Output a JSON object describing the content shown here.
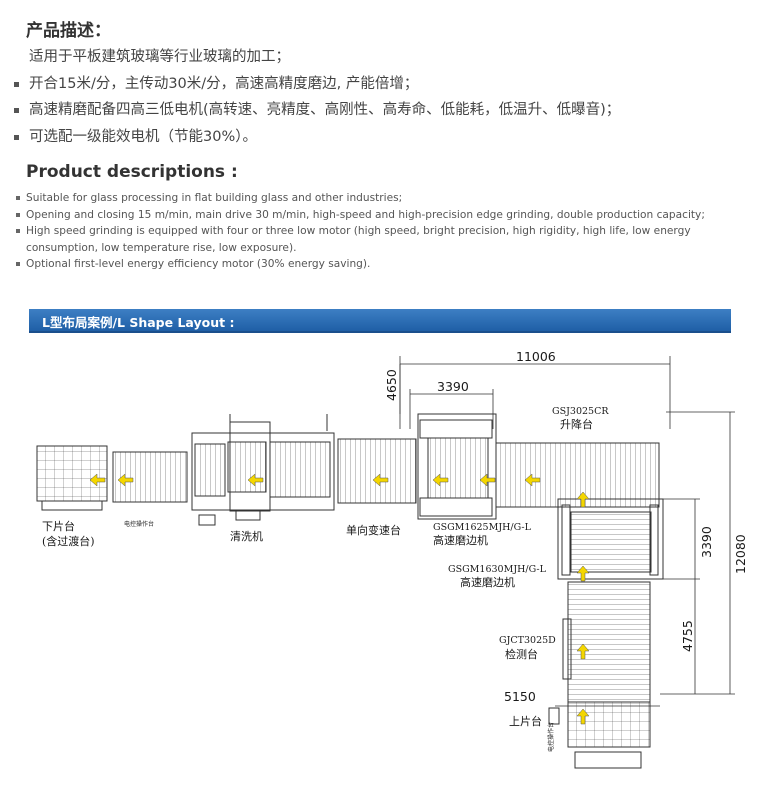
{
  "cn": {
    "heading": "产品描述：",
    "items": [
      "适用于平板建筑玻璃等行业玻璃的加工；",
      "开合15米/分，主传动30米/分，高速高精度磨边, 产能倍增；",
      "高速精磨配备四高三低电机(高转速、亮精度、高刚性、高寿命、低能耗，低温升、低曝音)；",
      "可选配一级能效电机（节能30%）。"
    ]
  },
  "en": {
    "heading": "Product descriptions :",
    "items": [
      "Suitable for glass processing in flat building glass and other industries;",
      "Opening and closing 15 m/min, main drive 30 m/min, high-speed and high-precision edge grinding, double production capacity;",
      "High speed grinding is equipped with four or three low motor (high speed, bright precision, high rigidity, high life, low energy consumption, low temperature rise, low exposure).",
      "Optional first-level energy efficiency motor (30% energy saving)."
    ]
  },
  "banner": "L型布局案例/L Shape Layout :",
  "diagram": {
    "dims": {
      "top_width": "11006",
      "left_height": "4650",
      "top_inner": "3390",
      "right_upper": "3390",
      "right_overall": "12080",
      "right_lower": "4755",
      "bottom_width": "5150"
    },
    "labels": {
      "unload": "下片台",
      "unload_sub": "(含过渡台)",
      "panel": "电控操作台",
      "washer": "清洗机",
      "speed_table": "单向变速台",
      "grinder1_model": "GSGM1625MJH/G-L",
      "grinder1_name": "高速磨边机",
      "lift_model": "GSJ3025CR",
      "lift_name": "升降台",
      "grinder2_model": "GSGM1630MJH/G-L",
      "grinder2_name": "高速磨边机",
      "inspect_model": "GJCT3025D",
      "inspect_name": "检测台",
      "load": "上片台",
      "panel2": "电控操作台"
    },
    "colors": {
      "arrow": "#f4d600",
      "line": "#333333"
    }
  }
}
